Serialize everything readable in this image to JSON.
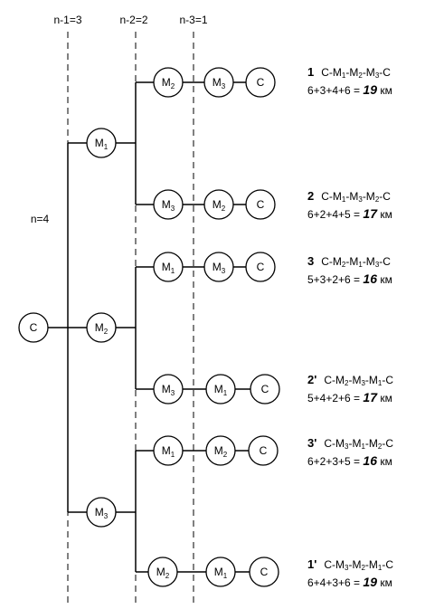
{
  "levels": {
    "n1": "n-1=3",
    "n2": "n-2=2",
    "n3": "n-3=1",
    "n": "n=4"
  },
  "nodes": {
    "root": {
      "base": "C",
      "sub": ""
    },
    "l1": [
      {
        "base": "M",
        "sub": "1"
      },
      {
        "base": "M",
        "sub": "2"
      },
      {
        "base": "M",
        "sub": "3"
      }
    ],
    "l2": [
      {
        "base": "M",
        "sub": "2"
      },
      {
        "base": "M",
        "sub": "3"
      },
      {
        "base": "M",
        "sub": "1"
      },
      {
        "base": "M",
        "sub": "3"
      },
      {
        "base": "M",
        "sub": "1"
      },
      {
        "base": "M",
        "sub": "2"
      }
    ],
    "l3": [
      {
        "base": "M",
        "sub": "3"
      },
      {
        "base": "M",
        "sub": "2"
      },
      {
        "base": "M",
        "sub": "3"
      },
      {
        "base": "M",
        "sub": "1"
      },
      {
        "base": "M",
        "sub": "2"
      },
      {
        "base": "M",
        "sub": "1"
      }
    ],
    "end": {
      "base": "C",
      "sub": ""
    }
  },
  "results": [
    {
      "num": "1",
      "route": [
        [
          "C-M",
          "1"
        ],
        [
          "-M",
          "2"
        ],
        [
          "-M",
          "3"
        ],
        [
          "-C",
          ""
        ]
      ],
      "sum": "6+3+4+6 = ",
      "total": "19",
      "unit": " км"
    },
    {
      "num": "2",
      "route": [
        [
          "C-M",
          "1"
        ],
        [
          "-M",
          "3"
        ],
        [
          "-M",
          "2"
        ],
        [
          "-C",
          ""
        ]
      ],
      "sum": "6+2+4+5 = ",
      "total": "17",
      "unit": " км"
    },
    {
      "num": "3",
      "route": [
        [
          "C-M",
          "2"
        ],
        [
          "-M",
          "1"
        ],
        [
          "-M",
          "3"
        ],
        [
          "-C",
          ""
        ]
      ],
      "sum": "5+3+2+6 = ",
      "total": "16",
      "unit": " км"
    },
    {
      "num": "2'",
      "route": [
        [
          "C-M",
          "2"
        ],
        [
          "-M",
          "3"
        ],
        [
          "-M",
          "1"
        ],
        [
          "-C",
          ""
        ]
      ],
      "sum": "5+4+2+6 = ",
      "total": "17",
      "unit": " км"
    },
    {
      "num": "3'",
      "route": [
        [
          "C-M",
          "3"
        ],
        [
          "-M",
          "1"
        ],
        [
          "-M",
          "2"
        ],
        [
          "-C",
          ""
        ]
      ],
      "sum": "6+2+3+5 = ",
      "total": "16",
      "unit": " км"
    },
    {
      "num": "1'",
      "route": [
        [
          "C-M",
          "3"
        ],
        [
          "-M",
          "2"
        ],
        [
          "-M",
          "1"
        ],
        [
          "-C",
          ""
        ]
      ],
      "sum": "6+4+3+6 = ",
      "total": "19",
      "unit": " км"
    }
  ]
}
